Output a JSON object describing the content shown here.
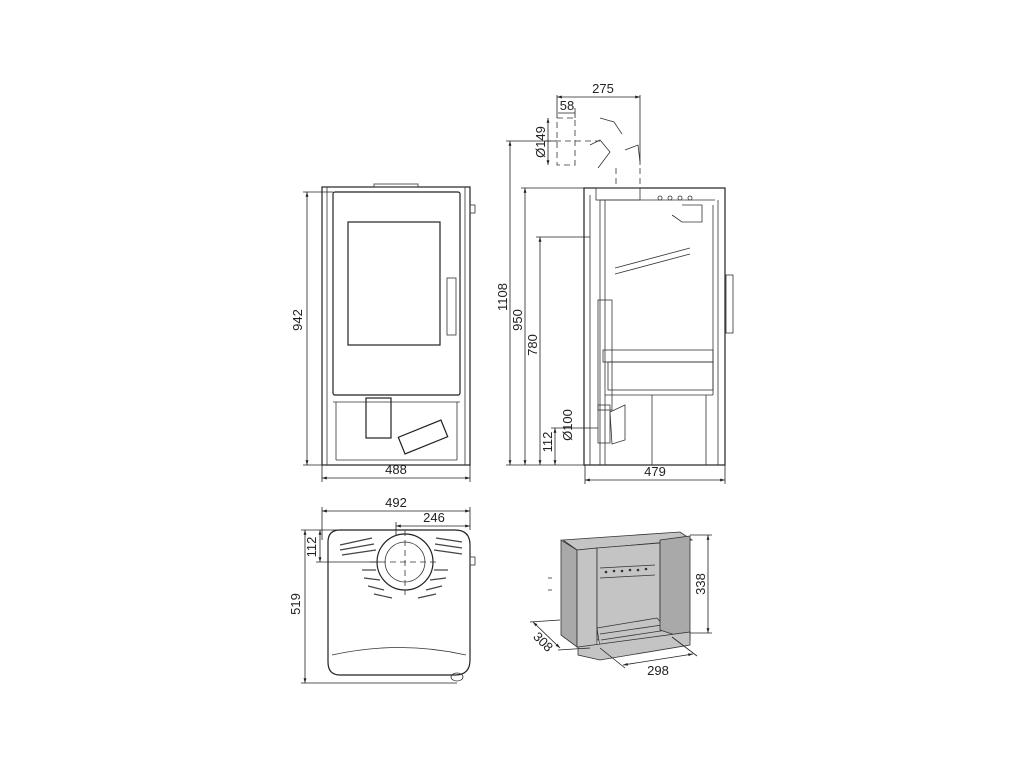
{
  "front_view": {
    "height_label": "942",
    "width_label": "488"
  },
  "side_view": {
    "flue_offset_label": "275",
    "flue_setback_label": "58",
    "flue_diameter_label": "Ø149",
    "total_height_label": "1108",
    "top_height_label": "950",
    "door_height_label": "780",
    "air_inlet_height_label": "112",
    "air_inlet_diameter_label": "Ø100",
    "depth_label": "479"
  },
  "top_view": {
    "width_label": "492",
    "flue_center_label": "246",
    "flue_offset_label": "112",
    "depth_label": "519"
  },
  "firebox_view": {
    "height_label": "338",
    "depth_label": "308",
    "width_label": "298"
  }
}
